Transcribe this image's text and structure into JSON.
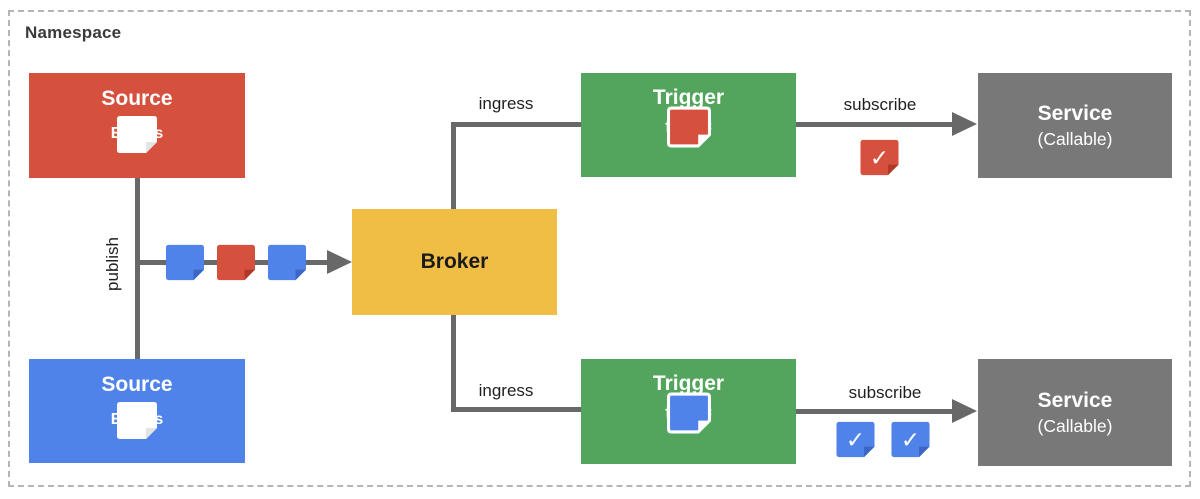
{
  "namespace_label": "Namespace",
  "colors": {
    "red": "#D6503E",
    "red_dark": "#AF3A28",
    "blue": "#5083EA",
    "blue_dark": "#3B66C4",
    "green": "#53A55D",
    "yellow": "#F0BE45",
    "gray": "#787878",
    "white": "#FFFFFF",
    "white_dark": "#E4E4E4",
    "line": "#686868",
    "dash": "#B5B5B5",
    "text_dark": "#3A3A3A"
  },
  "icons": {
    "check": "✓",
    "event_note": "folded-page"
  },
  "nodes": {
    "source_top": {
      "title": "Source",
      "events_label": "Events",
      "events_icon_color": "white"
    },
    "source_bottom": {
      "title": "Source",
      "events_label": "Events",
      "events_icon_color": "white"
    },
    "broker": {
      "title": "Broker"
    },
    "trigger_top": {
      "title": "Trigger",
      "filter_label": "filter=",
      "filter_color": "red"
    },
    "trigger_bottom": {
      "title": "Trigger",
      "filter_label": "filter=",
      "filter_color": "blue"
    },
    "service_top": {
      "title": "Service",
      "subtitle": "(Callable)"
    },
    "service_bottom": {
      "title": "Service",
      "subtitle": "(Callable)"
    }
  },
  "edges": {
    "publish_label": "publish",
    "ingress_top_label": "ingress",
    "ingress_bottom_label": "ingress",
    "subscribe_top_label": "subscribe",
    "subscribe_bottom_label": "subscribe"
  },
  "event_stream": [
    "blue",
    "red",
    "blue"
  ],
  "delivered_events_top": [
    "red"
  ],
  "delivered_events_bottom": [
    "blue",
    "blue"
  ]
}
